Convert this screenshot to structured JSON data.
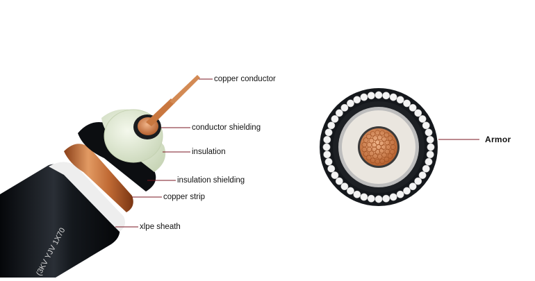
{
  "labels": {
    "copper_conductor": "copper conductor",
    "conductor_shielding": "conductor shielding",
    "insulation": "insulation",
    "insulation_shielding": "insulation shielding",
    "copper_strip": "copper strip",
    "xlpe_sheath": "xlpe sheath",
    "armor": "Armor"
  },
  "cable_print": "(3KV YJV 1X70",
  "colors": {
    "sheath": "#15181c",
    "copper": "#c8743e",
    "insulation": "#e4edd6",
    "armor_wire": "#f4f4f4",
    "leader_line": "#7a1420"
  }
}
